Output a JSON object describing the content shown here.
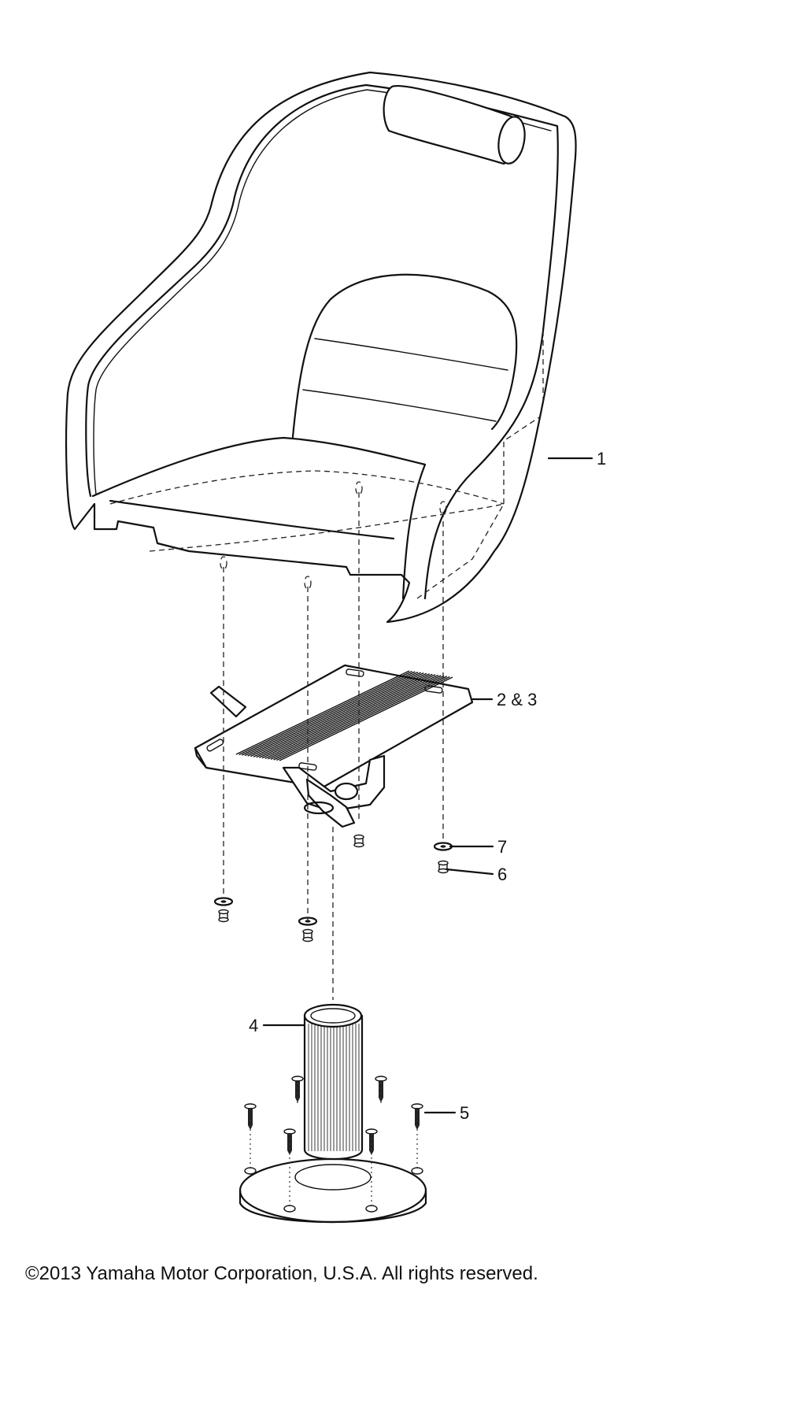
{
  "callouts": {
    "c1": "1",
    "c23": "2 & 3",
    "c4": "4",
    "c5": "5",
    "c6": "6",
    "c7": "7"
  },
  "footer": {
    "copyright": "©2013 Yamaha Motor Corporation, U.S.A. All rights reserved."
  }
}
